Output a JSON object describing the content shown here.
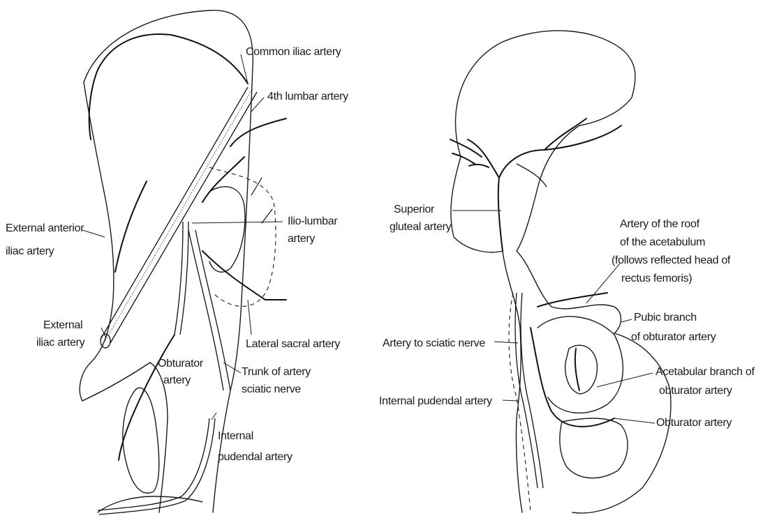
{
  "left_panel": {
    "labels": {
      "common_iliac": "Common iliac artery",
      "fourth_lumbar": "4th lumbar artery",
      "iliolumbar_1": "Ilio-lumbar",
      "iliolumbar_2": "artery",
      "ext_anterior_1": "External anterior",
      "ext_anterior_2": "iliac artery",
      "ext_iliac_1": "External",
      "ext_iliac_2": "iliac artery",
      "lateral_sacral": "Lateral sacral artery",
      "obturator_1": "Obturator",
      "obturator_2": "artery",
      "trunk_1": "Trunk of artery",
      "trunk_2": "sciatic nerve",
      "int_pudendal_1": "Internal",
      "int_pudendal_2": "pudendal artery"
    }
  },
  "right_panel": {
    "labels": {
      "sup_gluteal_1": "Superior",
      "sup_gluteal_2": "gluteal artery",
      "roof_1": "Artery of the roof",
      "roof_2": "of the acetabulum",
      "roof_3": "(follows reflected head of",
      "roof_4": "rectus femoris)",
      "pubic_1": "Pubic branch",
      "pubic_2": "of obturator artery",
      "sciatic": "Artery to sciatic nerve",
      "acetabular_1": "Acetabular branch of",
      "acetabular_2": "obturator artery",
      "int_pudendal": "Internal pudendal artery",
      "obturator": "Obturator artery"
    }
  }
}
